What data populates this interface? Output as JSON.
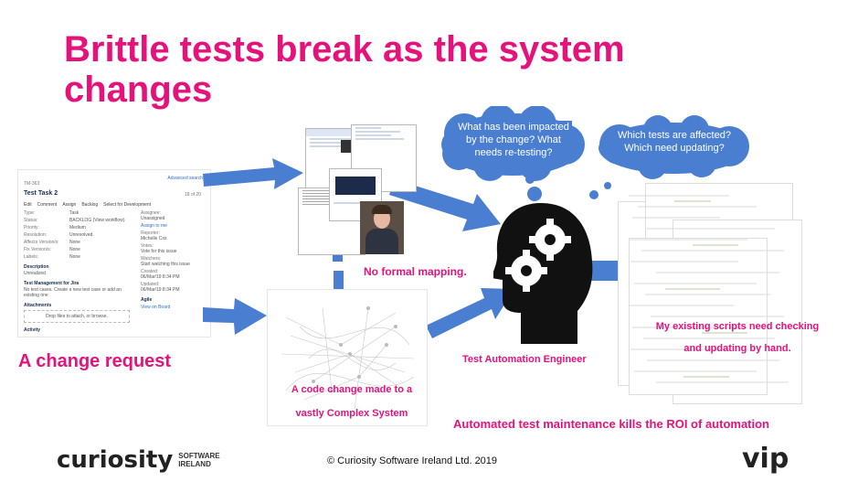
{
  "title": "Brittle tests break as the system changes",
  "labels": {
    "change_request": "A change request",
    "no_formal_mapping": "No formal mapping.",
    "code_change": "A code change made to a",
    "complex_system": "vastly Complex System",
    "engineer": "Test Automation Engineer",
    "scripts_line1": "My existing scripts need checking",
    "scripts_line2": "and updating by hand.",
    "maintenance": "Automated test maintenance kills the ROI of automation"
  },
  "bubbles": {
    "left": "What has been impacted by the change? What needs re-testing?",
    "right": "Which tests are affected? Which need updating?"
  },
  "jira": {
    "advanced_search": "Advanced search",
    "task_key": "TM-363",
    "task_title": "Test Task 2",
    "counter": "18 of 20",
    "toolbar": [
      "Edit",
      "Comment",
      "Assign",
      "Backlog",
      "Select for Development"
    ],
    "fields": [
      {
        "label": "Type:",
        "value": "Task"
      },
      {
        "label": "Status:",
        "value": "BACKLOG (View workflow)"
      },
      {
        "label": "Priority:",
        "value": "Medium"
      },
      {
        "label": "Resolution:",
        "value": "Unresolved"
      },
      {
        "label": "Affects Version/s:",
        "value": "None"
      },
      {
        "label": "Fix Version/s:",
        "value": "None"
      },
      {
        "label": "Labels:",
        "value": "None"
      }
    ],
    "description_label": "Description",
    "description_value": "Unrealized",
    "test_mgmt_label": "Test Management for Jira",
    "test_mgmt_value": "No test cases. Create a new test case or add an existing one",
    "attachments_label": "Attachments",
    "drop_text": "Drop files to attach, or browse.",
    "activity_label": "Activity",
    "people": [
      {
        "label": "Assignee:",
        "value": "Unassigned"
      },
      {
        "label": "",
        "value": "Assign to me"
      },
      {
        "label": "Reporter:",
        "value": "Michelle Cox"
      },
      {
        "label": "Votes:",
        "value": "Vote for this issue"
      },
      {
        "label": "Watchers:",
        "value": "Start watching this issue"
      },
      {
        "label": "Created:",
        "value": "06/Mar/19 8:34 PM"
      },
      {
        "label": "Updated:",
        "value": "06/Mar/19 8:34 PM"
      }
    ],
    "agile_label": "Agile",
    "agile_value": "View on Board"
  },
  "footer": {
    "copyright": "© Curiosity Software Ireland Ltd. 2019",
    "logo_curiosity": "curiosity",
    "logo_software": "SOFTWARE",
    "logo_ireland": "IRELAND",
    "logo_vip": "vip"
  },
  "colors": {
    "accent": "#e6127b",
    "arrow": "#4a7ed0",
    "bubble": "#4a7ed0"
  }
}
